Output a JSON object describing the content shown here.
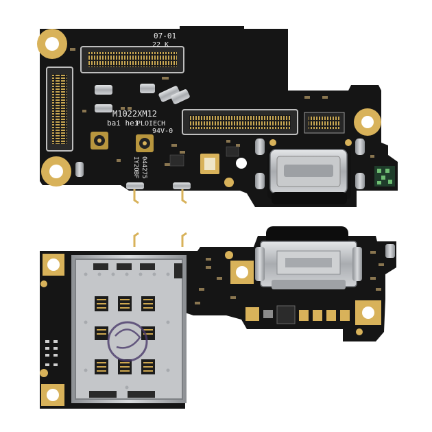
{
  "image": {
    "background_color": "#ffffff",
    "pcb_color": "#141414",
    "gold_color": "#d8b25a",
    "steel_color": "#b9bcc0"
  },
  "top_board": {
    "silkscreen": {
      "date_code": "07-01",
      "batch_code": "22 K",
      "model": "M1022XM12",
      "vendor": "bai hei",
      "manufacturer": "PLOIECH",
      "rating": "94V-0",
      "side_code_1": "044275",
      "side_code_2": "IY2OBF"
    }
  },
  "bottom_board": {}
}
